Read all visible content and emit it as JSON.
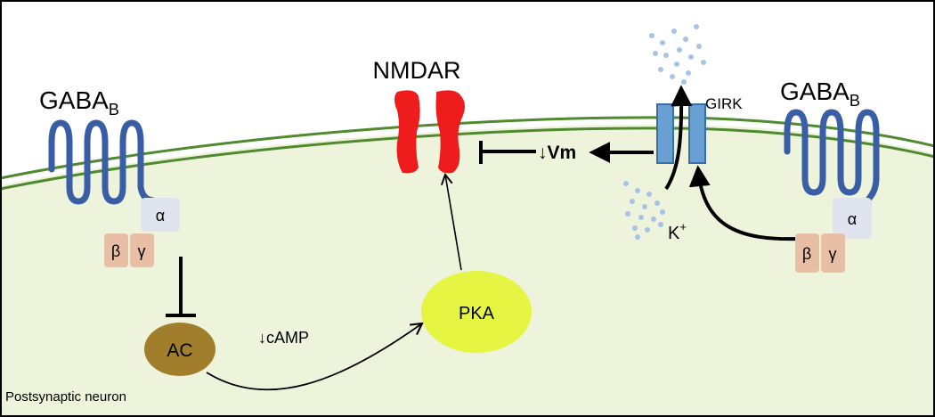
{
  "labels": {
    "gaba_b_left": {
      "main": "GABA",
      "sub": "B"
    },
    "gaba_b_right": {
      "main": "GABA",
      "sub": "B"
    },
    "nmdar": "NMDAR",
    "girk": "GIRK",
    "potassium": {
      "main": "K",
      "sup": "+"
    },
    "vm": "↓Vm",
    "camp": "↓cAMP",
    "pka": "PKA",
    "ac": "AC",
    "alpha": "α",
    "beta": "β",
    "gamma": "γ",
    "neuron": "Postsynaptic neuron"
  },
  "colors": {
    "cytoplasm": "#eef3dc",
    "outside": "#ffffff",
    "membrane": "#4f8a2e",
    "receptor": "#3a5ea6",
    "alpha_subunit": "#dfe4ee",
    "beta_gamma_subunit": "#e8bfa4",
    "nmdar": "#ee1c1c",
    "girk": "#6a9fd4",
    "girk_edge": "#3a6ea6",
    "pka": "#e6f542",
    "ac": "#a17e2b",
    "ion": "#a7c3e6",
    "arrow": "#000000"
  }
}
